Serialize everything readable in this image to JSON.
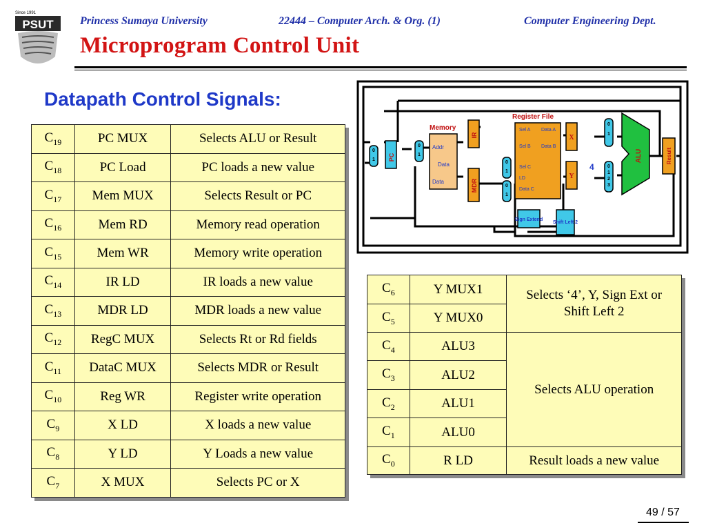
{
  "header": {
    "university": "Princess Sumaya University",
    "course": "22444 – Computer Arch. & Org. (1)",
    "department": "Computer Engineering Dept."
  },
  "logo": {
    "since": "Since 1991",
    "name": "PSUT"
  },
  "slide_title": "Microprogram Control Unit",
  "subtitle": "Datapath Control Signals:",
  "left_table": [
    {
      "n": "19",
      "signal": "PC MUX",
      "desc": "Selects ALU or Result"
    },
    {
      "n": "18",
      "signal": "PC Load",
      "desc": "PC loads a new value"
    },
    {
      "n": "17",
      "signal": "Mem MUX",
      "desc": "Selects Result or PC"
    },
    {
      "n": "16",
      "signal": "Mem RD",
      "desc": "Memory read operation"
    },
    {
      "n": "15",
      "signal": "Mem WR",
      "desc": "Memory write operation"
    },
    {
      "n": "14",
      "signal": "IR LD",
      "desc": "IR loads a new value"
    },
    {
      "n": "13",
      "signal": "MDR LD",
      "desc": "MDR loads a new value"
    },
    {
      "n": "12",
      "signal": "RegC MUX",
      "desc": "Selects Rt or Rd fields"
    },
    {
      "n": "11",
      "signal": "DataC MUX",
      "desc": "Selects MDR or Result"
    },
    {
      "n": "10",
      "signal": "Reg WR",
      "desc": "Register write operation"
    },
    {
      "n": "9",
      "signal": "X LD",
      "desc": "X loads a new value"
    },
    {
      "n": "8",
      "signal": "Y LD",
      "desc": "Y Loads a new value"
    },
    {
      "n": "7",
      "signal": "X MUX",
      "desc": "Selects PC or X"
    }
  ],
  "right_table": {
    "rows": [
      {
        "n": "6",
        "signal": "Y MUX1"
      },
      {
        "n": "5",
        "signal": "Y MUX0"
      },
      {
        "n": "4",
        "signal": "ALU3"
      },
      {
        "n": "3",
        "signal": "ALU2"
      },
      {
        "n": "2",
        "signal": "ALU1"
      },
      {
        "n": "1",
        "signal": "ALU0"
      },
      {
        "n": "0",
        "signal": "R LD"
      }
    ],
    "desc_ymux": "Selects ‘4’, Y, Sign Ext or Shift Left 2",
    "desc_alu": "Selects ALU operation",
    "desc_rld": "Result loads a new value"
  },
  "diagram": {
    "memory": "Memory",
    "register_file": "Register File",
    "addr": "Addr",
    "data_in": "Data",
    "data_out": "Data",
    "pc": "PC",
    "ir": "IR",
    "mdr": "MDR",
    "x": "X",
    "y": "Y",
    "alu": "ALU",
    "result": "Result",
    "four": "4",
    "sign_extend": "Sign Extend",
    "shift_left_2": "Shift Left 2",
    "rf_sel_a": "Sel A",
    "rf_data_a": "Data A",
    "rf_sel_b": "Sel B",
    "rf_data_b": "Data B",
    "rf_sel_c": "Sel C",
    "rf_ld": "LD",
    "rf_data_c": "Data C",
    "mux01": "0 1",
    "mux0123": "0 1 2 3"
  },
  "footer": {
    "page": "49 / 57"
  },
  "colors": {
    "title_red": "#d21414",
    "header_blue": "#1f2fa8",
    "subtitle_blue": "#1f39c8",
    "table_yellow": "#fefcb8",
    "diagram_orange": "#f0a020",
    "diagram_cyan": "#40c8e8",
    "diagram_green": "#20c040"
  }
}
